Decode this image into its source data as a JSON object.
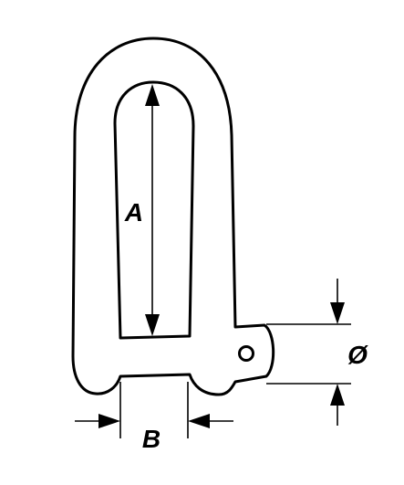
{
  "diagram": {
    "labels": {
      "inner_length": "A",
      "opening_width": "B",
      "pin_diameter": "Ø"
    },
    "colors": {
      "stroke": "#000000",
      "background": "#ffffff"
    }
  }
}
